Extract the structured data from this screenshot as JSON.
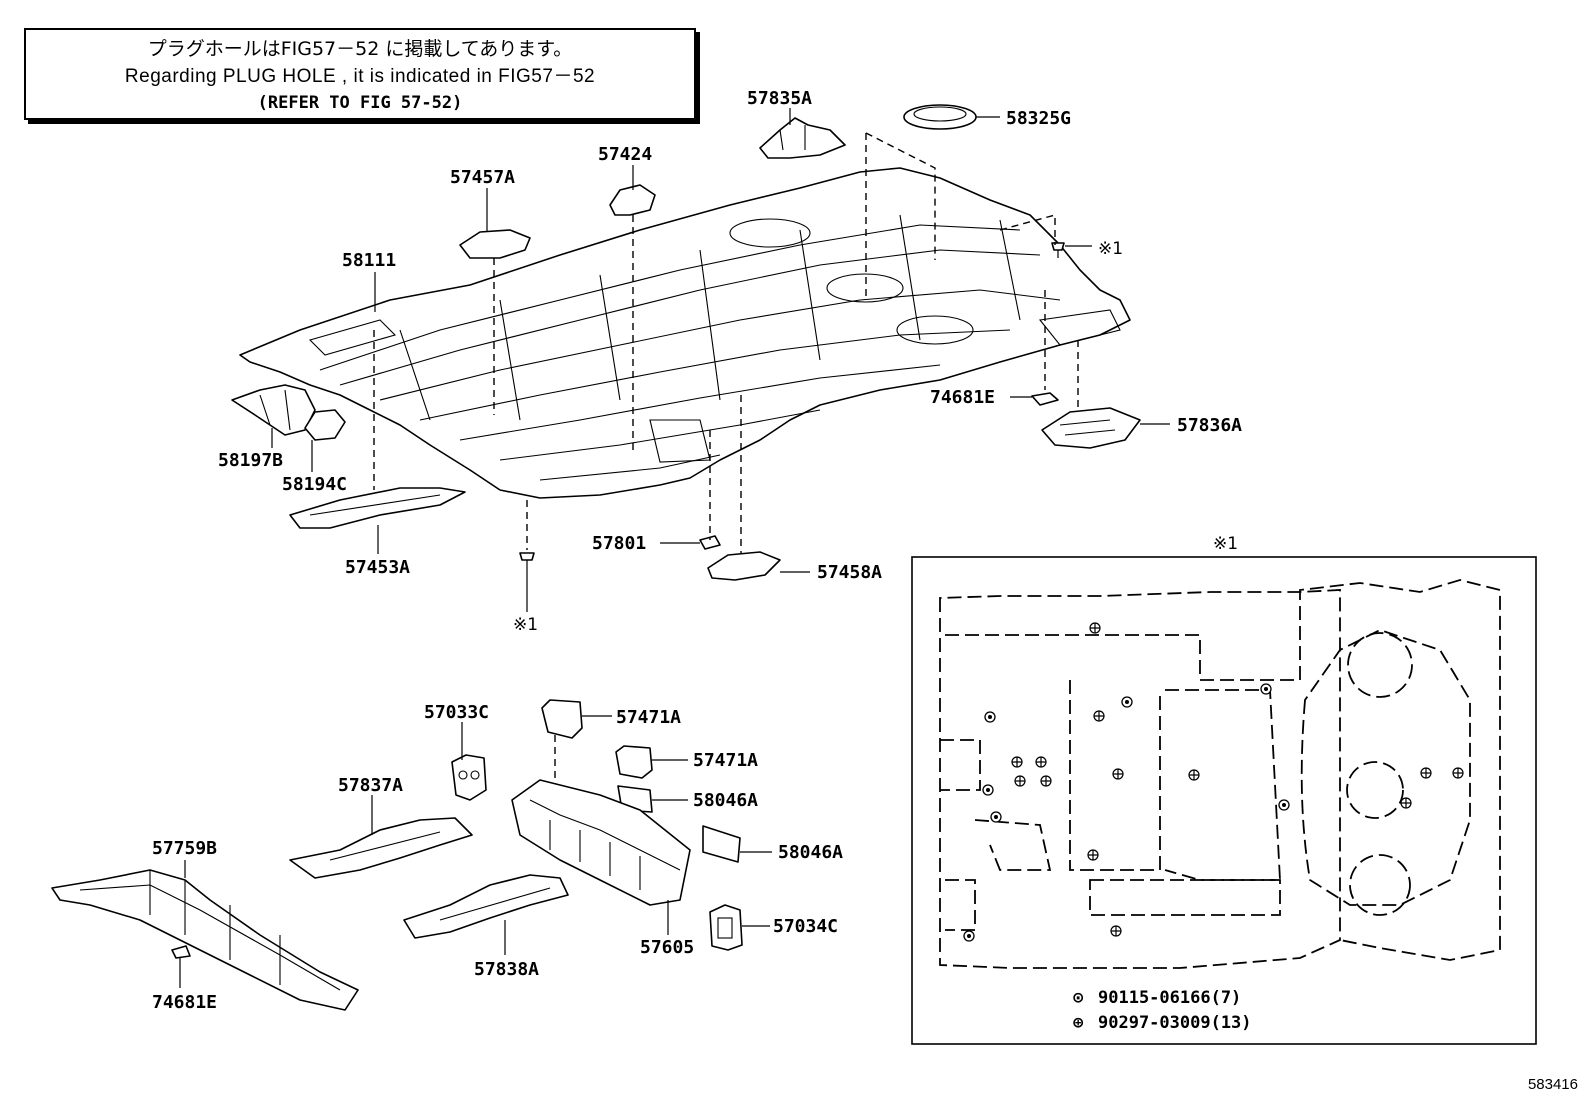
{
  "notice": {
    "line_jp": "プラグホールはFIG57－52 に掲載してあります。",
    "line_en": "Regarding  PLUG HOLE  , it is  indicated  in  FIG57－52",
    "line_ref": "(REFER TO FIG 57-52)"
  },
  "parts": {
    "p57835A": "57835A",
    "p58325G": "58325G",
    "p57424": "57424",
    "p57457A": "57457A",
    "p58111": "58111",
    "p74681E_top": "74681E",
    "p57836A": "57836A",
    "p58197B": "58197B",
    "p58194C": "58194C",
    "p57453A": "57453A",
    "p57801": "57801",
    "p57458A": "57458A",
    "p57033C": "57033C",
    "p57471A_1": "57471A",
    "p57471A_2": "57471A",
    "p58046A_1": "58046A",
    "p58046A_2": "58046A",
    "p57837A": "57837A",
    "p57759B": "57759B",
    "p57605": "57605",
    "p57034C": "57034C",
    "p57838A": "57838A",
    "p74681E_bottom": "74681E"
  },
  "refs": {
    "ref_right": "※1",
    "ref_bottom": "※1",
    "detail_title": "※1"
  },
  "legend": {
    "bolt_symbol": "⊙",
    "bolt_text": "90115-06166(7)",
    "plug_symbol": "⊕",
    "plug_text": "90297-03009(13)"
  },
  "footer": {
    "code": "583416"
  }
}
